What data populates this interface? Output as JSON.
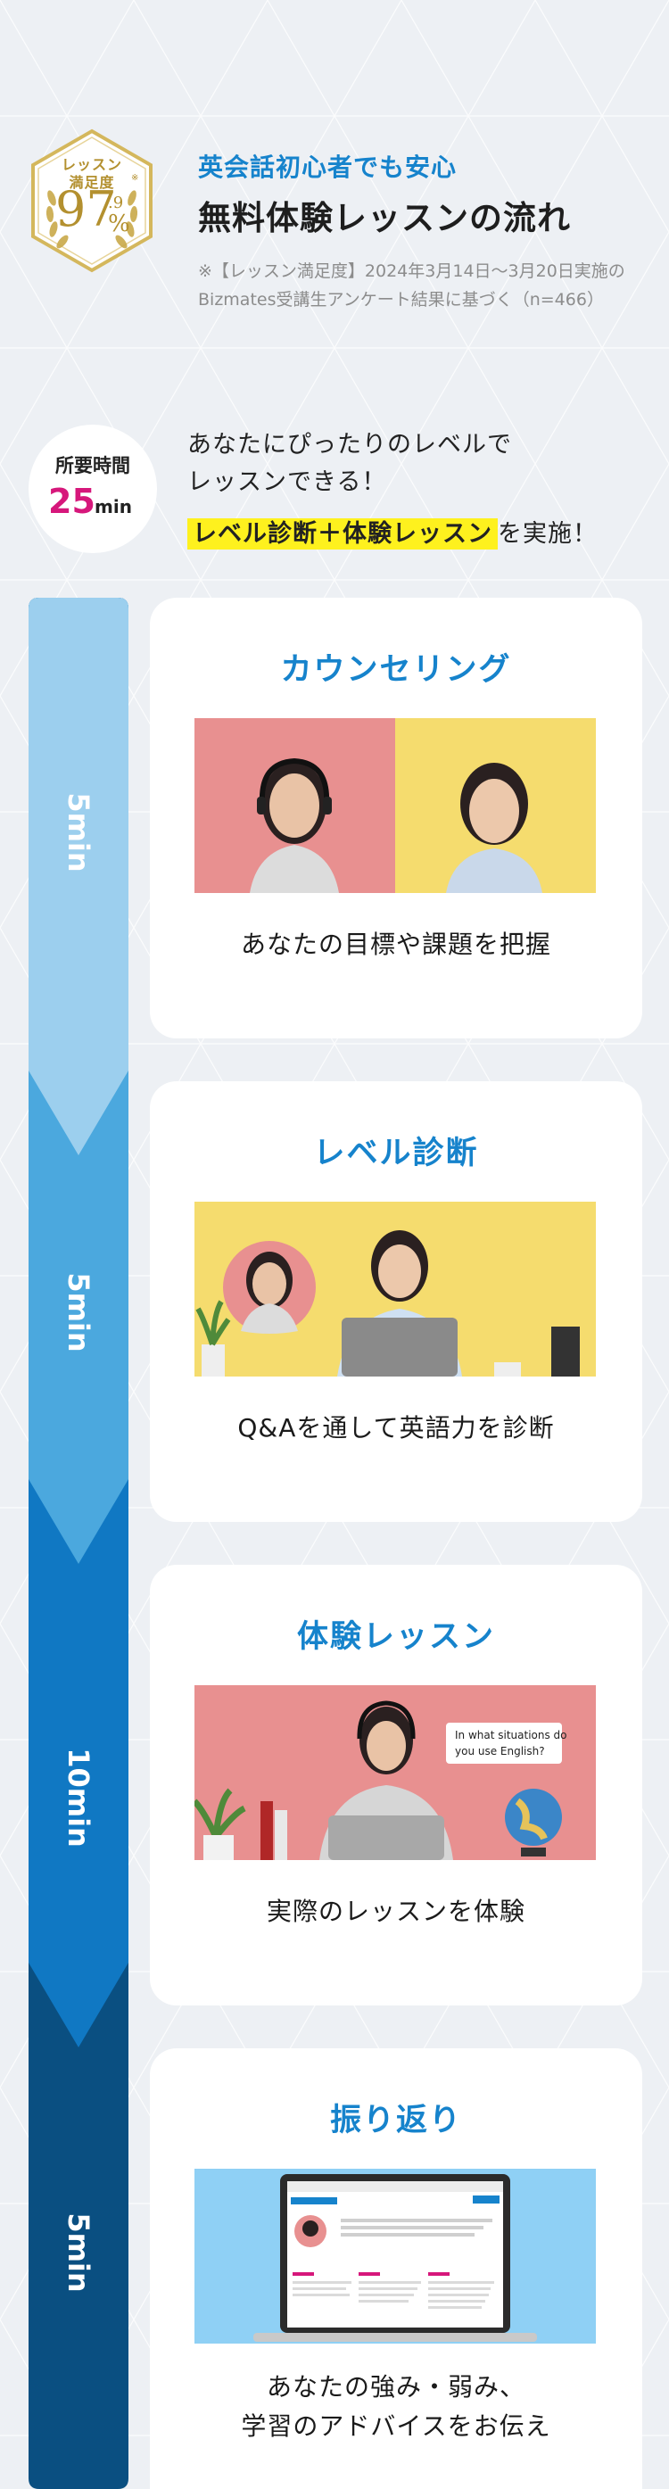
{
  "badge": {
    "line1": "レッスン",
    "line2": "満足度",
    "number": "97",
    "decimal": ".9",
    "percent": "%",
    "note_mark": "※"
  },
  "header": {
    "subtitle": "英会話初心者でも安心",
    "title": "無料体験レッスンの流れ",
    "note": "※【レッスン満足度】2024年3月14日〜3月20日実施のBizmates受講生アンケート結果に基づく（n=466）"
  },
  "duration": {
    "label": "所要時間",
    "value": "25",
    "unit": "min"
  },
  "intro": {
    "line1": "あなたにぴったりのレベルで",
    "line2": "レッスンできる！",
    "highlight": "レベル診断＋体験レッスン",
    "after": "を実施！"
  },
  "timeline": [
    {
      "label": "5min",
      "color": "#9ccfee"
    },
    {
      "label": "5min",
      "color": "#4ba8de"
    },
    {
      "label": "10min",
      "color": "#1078c3"
    },
    {
      "label": "5min",
      "color": "#0a4f81"
    }
  ],
  "steps": [
    {
      "title": "カウンセリング",
      "desc_line1": "あなたの目標や課題を把握",
      "desc_line2": ""
    },
    {
      "title": "レベル診断",
      "desc_line1": "Q&Aを通して英語力を診断",
      "desc_line2": ""
    },
    {
      "title": "体験レッスン",
      "desc_line1": "実際のレッスンを体験",
      "desc_line2": ""
    },
    {
      "title": "振り返り",
      "desc_line1": "あなたの強み・弱み、",
      "desc_line2": "学習のアドバイスをお伝え"
    }
  ],
  "speech_bubble": {
    "text1": "In what situations do",
    "text2": "you use English?"
  },
  "colors": {
    "accent_blue": "#1683cc",
    "highlight_yellow": "#fef11e",
    "magenta": "#d6177b",
    "gold": "#b3902f",
    "pink_bg": "#e89090",
    "yellow_bg": "#f5dc6e",
    "light_blue_bg": "#8fd0f5"
  }
}
